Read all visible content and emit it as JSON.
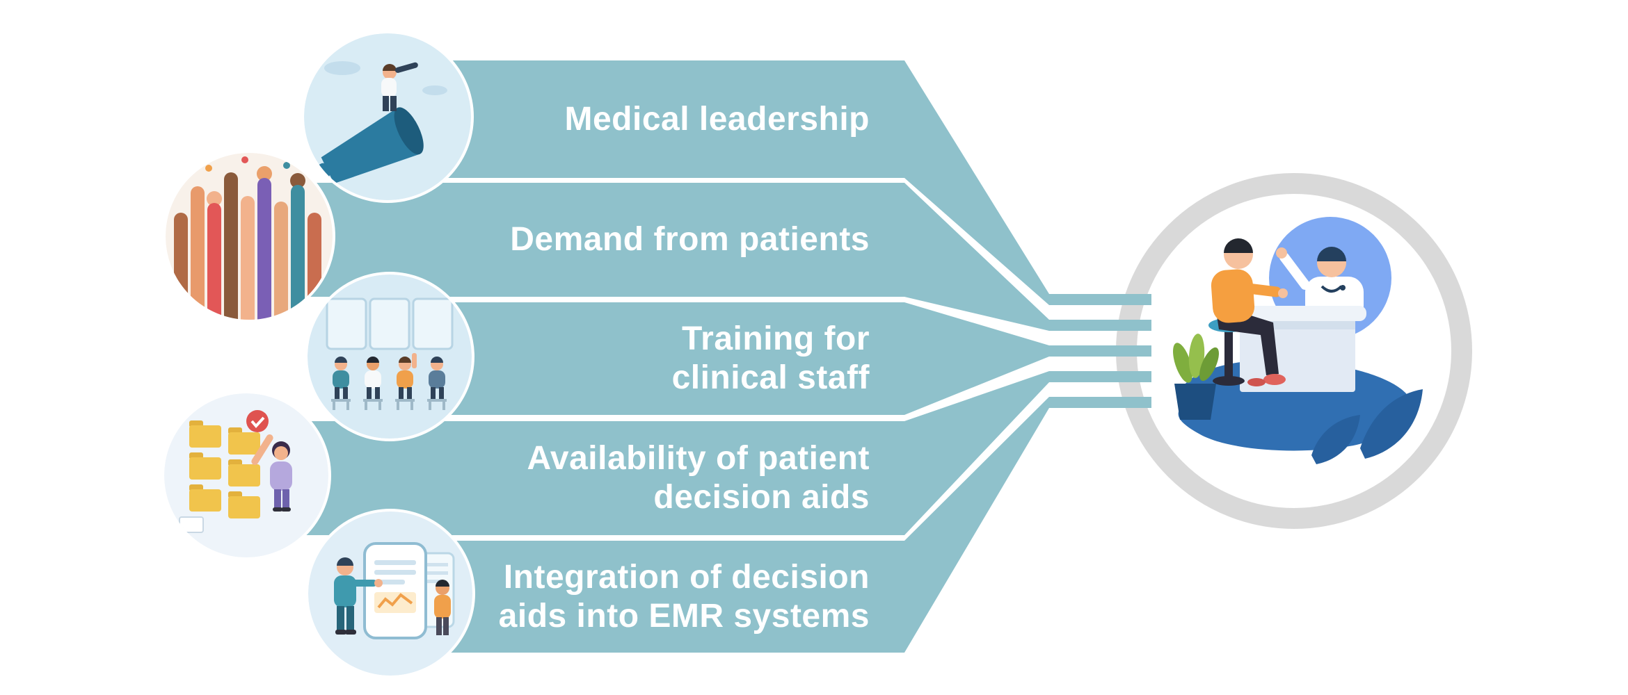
{
  "diagram": {
    "type": "convergence-funnel-infographic",
    "items": [
      {
        "label": "Medical leadership",
        "icon": "leader-with-telescope-on-megaphone-illustration"
      },
      {
        "label": "Demand from patients",
        "icon": "crowd-raised-hands-illustration"
      },
      {
        "label": "Training for\nclinical staff",
        "icon": "clinical-staff-training-class-illustration"
      },
      {
        "label": "Availability of patient\ndecision aids",
        "icon": "organized-patient-documents-illustration"
      },
      {
        "label": "Integration of decision\naids into EMR systems",
        "icon": "doctor-with-mobile-emr-illustration"
      }
    ],
    "center": {
      "icon": "doctor-patient-consultation-illustration"
    },
    "colors": {
      "band": "#8fc1cb",
      "label_text": "#ffffff",
      "ring": "#d9d9d9",
      "background": "#ffffff"
    }
  }
}
